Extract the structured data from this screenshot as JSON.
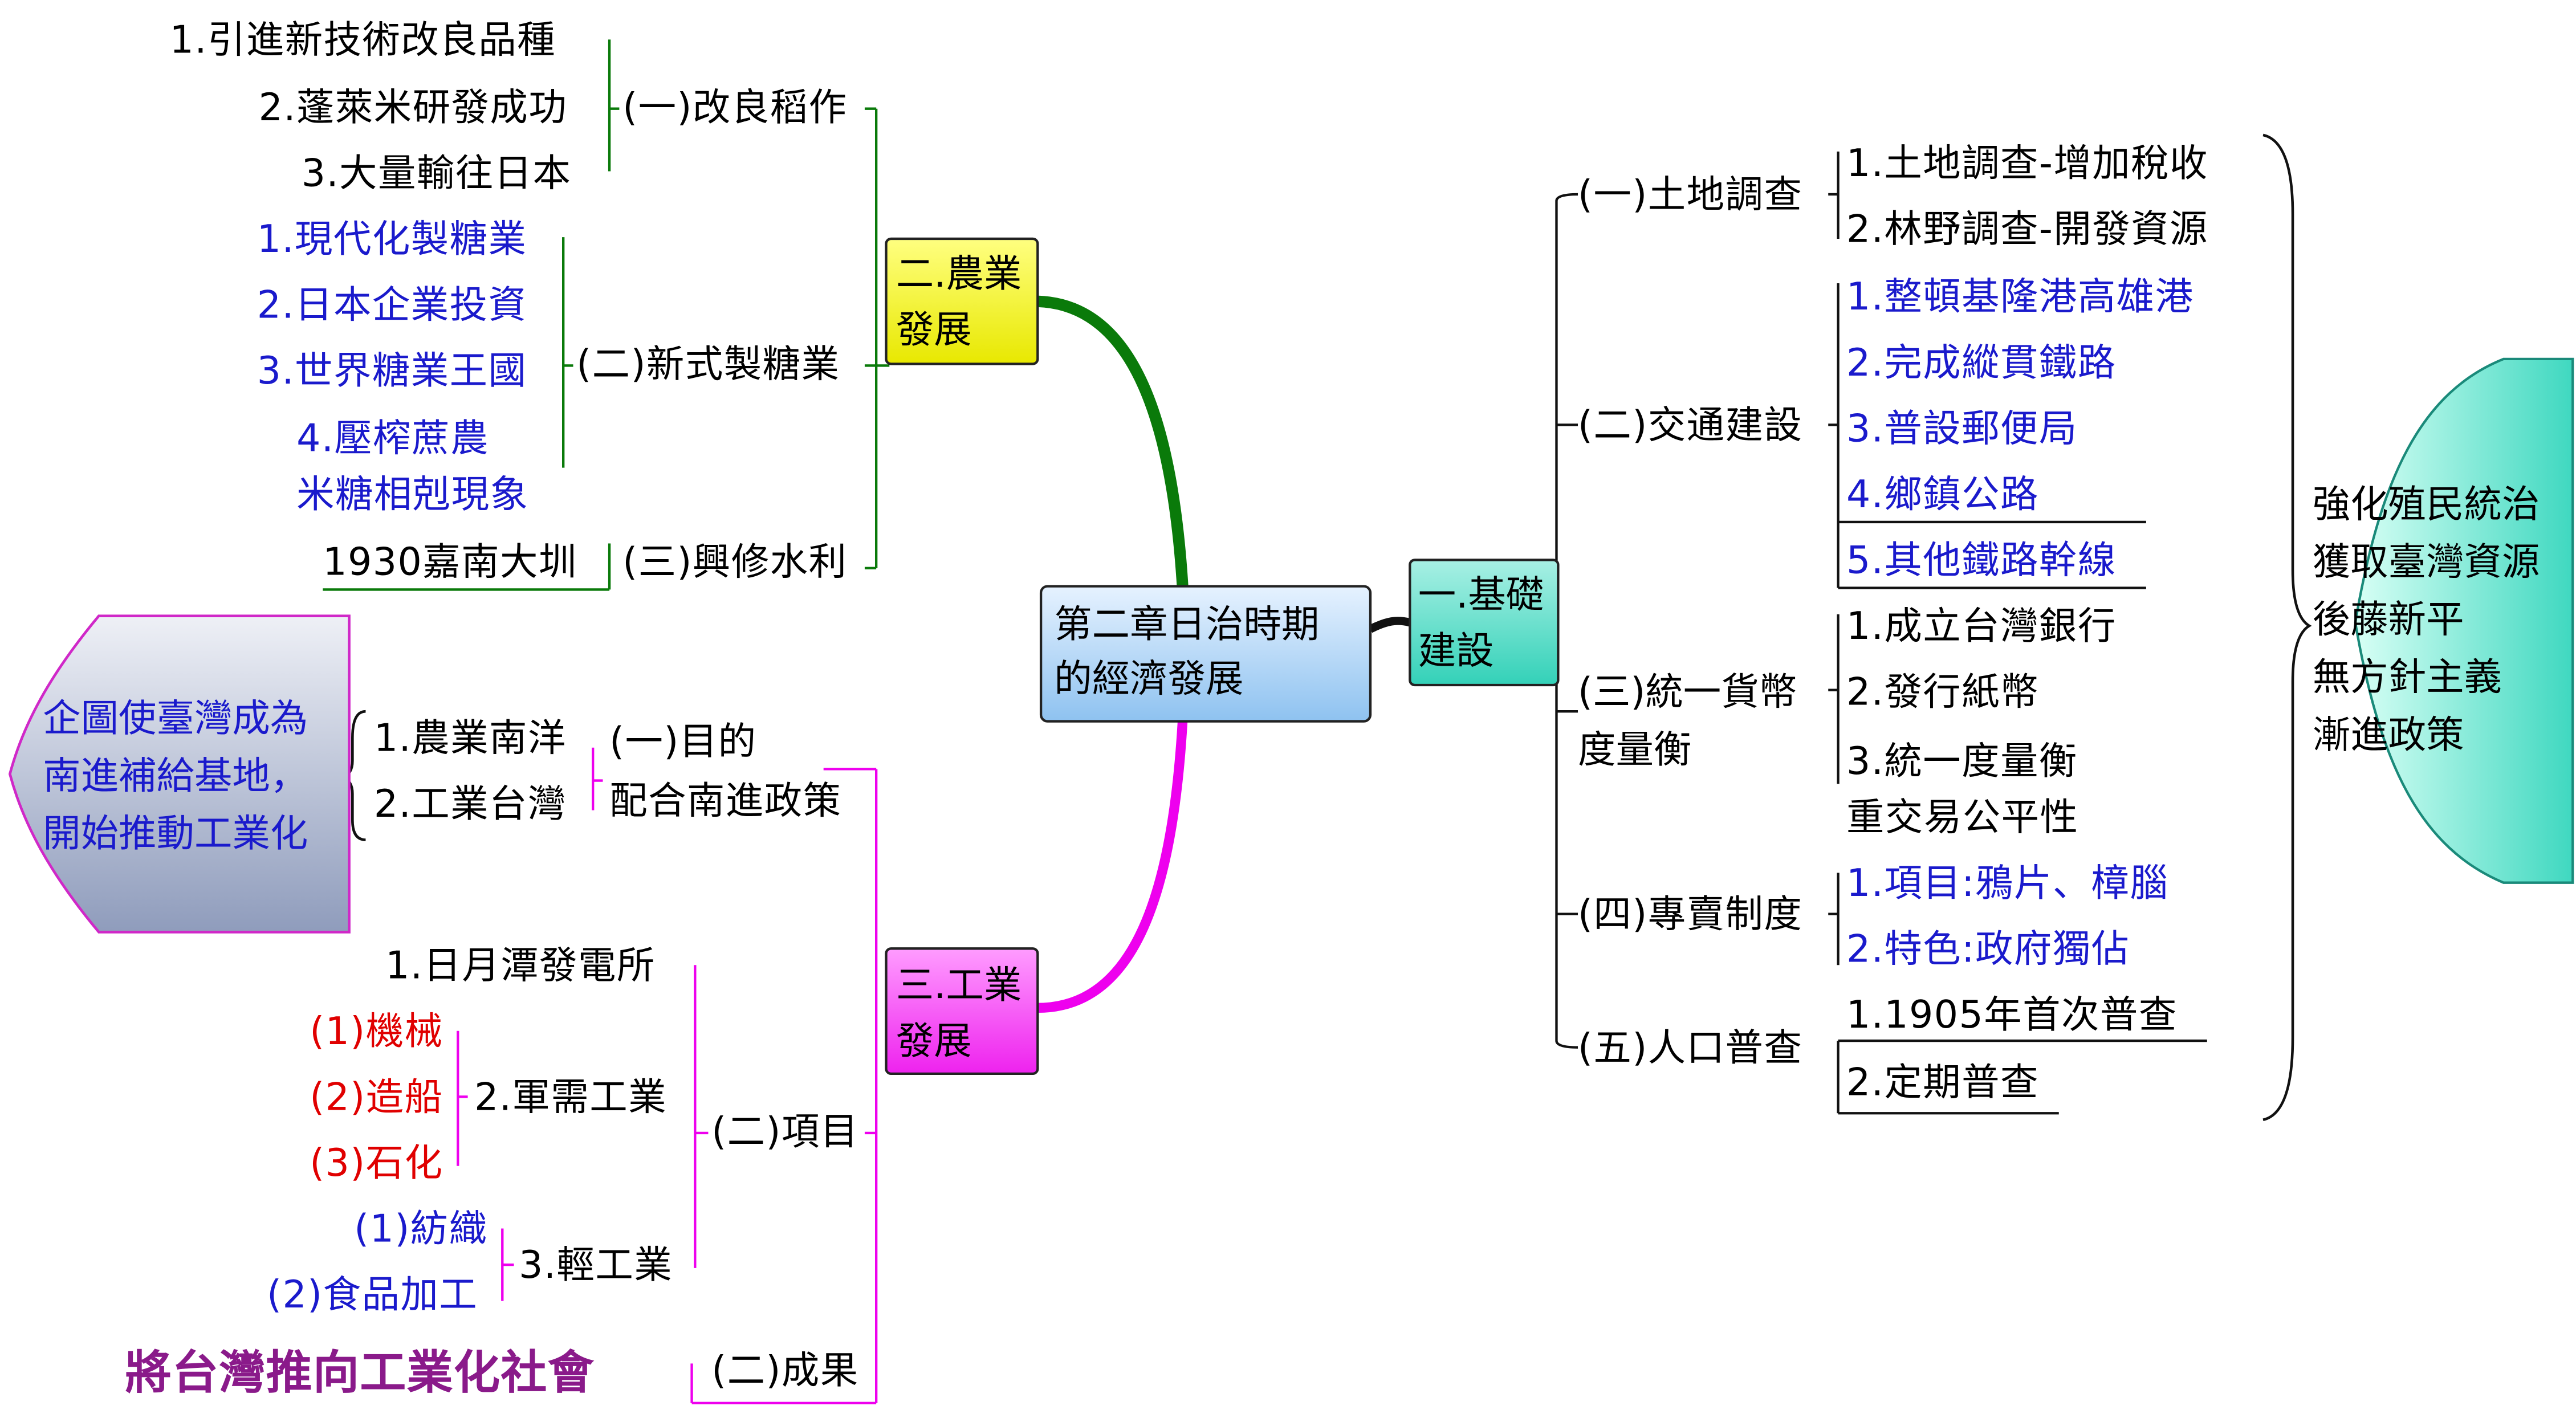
{
  "center": {
    "line1": "第二章日治時期",
    "line2": "的經濟發展"
  },
  "colors": {
    "agri": "#0a7a0a",
    "industry": "#ee00ee",
    "infra": "#111111",
    "blue_text": "#1a1acc",
    "red_text": "#e00000",
    "purple_text": "#8a1a8a"
  },
  "infra": {
    "title_1": "一.基礎",
    "title_2": "建設",
    "land": {
      "label": "(一)土地調查",
      "items": [
        "1.土地調查-增加稅收",
        "2.林野調查-開發資源"
      ]
    },
    "transport": {
      "label": "(二)交通建設",
      "items": [
        "1.整頓基隆港高雄港",
        "2.完成縱貫鐵路",
        "3.普設郵便局",
        "4.鄉鎮公路",
        "5.其他鐵路幹線"
      ]
    },
    "currency": {
      "label_1": "(三)統一貨幣",
      "label_2": "度量衡",
      "items": [
        "1.成立台灣銀行",
        "2.發行紙幣",
        "3.統一度量衡"
      ],
      "note": "重交易公平性"
    },
    "monopoly": {
      "label": "(四)專賣制度",
      "items": [
        "1.項目:鴉片、樟腦",
        "2.特色:政府獨佔"
      ]
    },
    "census": {
      "label": "(五)人口普查",
      "items": [
        "1.1905年首次普查",
        "2.定期普查"
      ]
    },
    "summary": [
      "強化殖民統治",
      "獲取臺灣資源",
      "後藤新平",
      "無方針主義",
      "漸進政策"
    ]
  },
  "agri": {
    "title_1": "二.農業",
    "title_2": "發展",
    "rice": {
      "label": "(一)改良稻作",
      "items": [
        "1.引進新技術改良品種",
        "2.蓬萊米研發成功",
        "3.大量輸往日本"
      ]
    },
    "sugar": {
      "label": "(二)新式製糖業",
      "items": [
        "1.現代化製糖業",
        "2.日本企業投資",
        "3.世界糖業王國",
        "4.壓榨蔗農"
      ],
      "item4_cont": "米糖相剋現象"
    },
    "water": {
      "label": "(三)興修水利",
      "items": [
        "1930嘉南大圳"
      ]
    }
  },
  "industry": {
    "title_1": "三.工業",
    "title_2": "發展",
    "purpose": {
      "label": "(一)目的",
      "note": "配合南進政策",
      "items": [
        "1.農業南洋",
        "2.工業台灣"
      ],
      "callout": [
        "企圖使臺灣成為",
        "南進補給基地，",
        "開始推動工業化"
      ]
    },
    "projects": {
      "label": "(二)項目",
      "power": "1.日月潭發電所",
      "military": {
        "label": "2.軍需工業",
        "items": [
          "(1)機械",
          "(2)造船",
          "(3)石化"
        ]
      },
      "light": {
        "label": "3.輕工業",
        "items": [
          "(1)紡織",
          "(2)食品加工"
        ]
      }
    },
    "result": {
      "label": "(二)成果",
      "value": "將台灣推向工業化社會"
    }
  }
}
